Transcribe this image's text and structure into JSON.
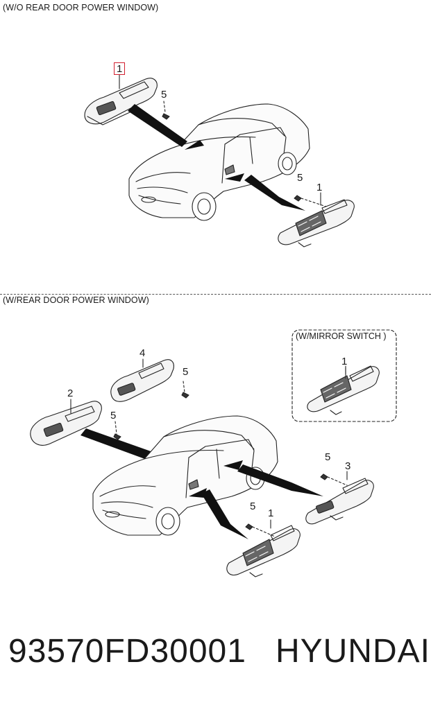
{
  "sections": [
    {
      "label": "(W/O REAR DOOR POWER WINDOW)"
    },
    {
      "label": "(W/REAR DOOR POWER WINDOW)"
    }
  ],
  "inset": {
    "label": "(W/MIRROR SWITCH )"
  },
  "callouts": {
    "s1_switch_front": "1",
    "s1_screw_front": "5",
    "s1_screw_rear": "5",
    "s1_switch_rear": "1",
    "s2_switch_4": "4",
    "s2_screw_4": "5",
    "s2_switch_2": "2",
    "s2_screw_2": "5",
    "s2_inset_switch": "1",
    "s2_screw_3": "5",
    "s2_switch_3": "3",
    "s2_screw_1": "5",
    "s2_switch_1": "1"
  },
  "footer": {
    "part_number": "93570FD30001",
    "brand": "HYUNDAI"
  },
  "colors": {
    "highlight_box": "#d21f2f",
    "line": "#222222"
  }
}
